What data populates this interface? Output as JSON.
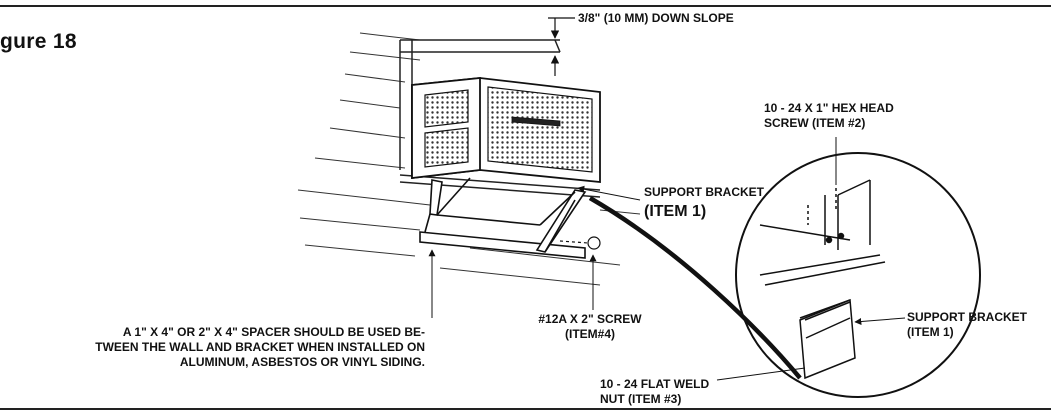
{
  "figure": {
    "title": "gure 18"
  },
  "labels": {
    "slope": "3/8\" (10 MM) DOWN SLOPE",
    "hex_screw_line1": "10 - 24 X 1\" HEX HEAD",
    "hex_screw_line2": "SCREW (ITEM #2)",
    "support_bracket_line1": "SUPPORT BRACKET",
    "support_bracket_line2": "(ITEM 1)",
    "spacer_line1": "A 1\" X 4\" OR 2\" X 4\" SPACER SHOULD BE USED BE-",
    "spacer_line2": "TWEEN THE WALL AND BRACKET WHEN INSTALLED ON",
    "spacer_line3": "ALUMINUM,  ASBESTOS OR VINYL SIDING.",
    "screw_12a_line1": "#12A X 2\" SCREW",
    "screw_12a_line2": "(ITEM#4)",
    "detail_bracket_line1": "SUPPORT BRACKET",
    "detail_bracket_line2": "(ITEM 1)",
    "weld_nut_line1": "10 - 24 FLAT WELD",
    "weld_nut_line2": "NUT (ITEM #3)"
  }
}
